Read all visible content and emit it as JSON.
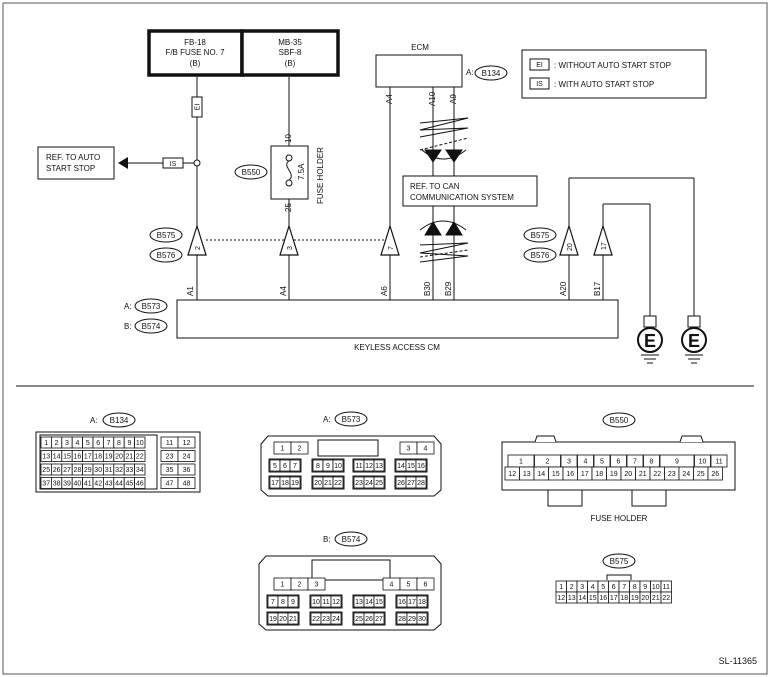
{
  "power": {
    "fb18": {
      "line1": "FB-18",
      "line2": "F/B FUSE NO. 7",
      "line3": "(B)"
    },
    "mb35": {
      "line1": "MB-35",
      "line2": "SBF-8",
      "line3": "(B)"
    }
  },
  "ecm": {
    "title": "ECM",
    "connector": "B134",
    "prefix": "A:",
    "pins": [
      "A4",
      "A10",
      "A9"
    ]
  },
  "legend": [
    {
      "tag": "EI",
      "text": ": WITHOUT AUTO START STOP"
    },
    {
      "tag": "IS",
      "text": ": WITH AUTO START STOP"
    }
  ],
  "ref_auto_start": {
    "line1": "REF. TO AUTO",
    "line2": "START STOP",
    "tag": "IS"
  },
  "ei_tag": "EI",
  "fuse_holder": {
    "connector": "B550",
    "pin_top": "10",
    "pin_bottom": "25",
    "rating": "7.5A",
    "label": "FUSE HOLDER"
  },
  "ref_can": {
    "line1": "REF. TO CAN",
    "line2": "COMMUNICATION SYSTEM"
  },
  "joints": {
    "left_top": "B575",
    "left_bottom": "B576",
    "right_top": "B575",
    "right_bottom": "B576"
  },
  "joint_pins": [
    "2",
    "3",
    "7",
    "20",
    "17"
  ],
  "module": {
    "name": "KEYLESS ACCESS CM",
    "conn_a_prefix": "A:",
    "conn_a": "B573",
    "conn_b_prefix": "B:",
    "conn_b": "B574",
    "pins": [
      "A1",
      "A4",
      "A6",
      "B30",
      "B29",
      "A20",
      "B17"
    ]
  },
  "ground_symbol": "E",
  "connectors": {
    "b134": {
      "prefix": "A:",
      "name": "B134",
      "rows": [
        [
          "1",
          "2",
          "3",
          "4",
          "5",
          "6",
          "7",
          "8",
          "9",
          "10"
        ],
        [
          "13",
          "14",
          "15",
          "16",
          "17",
          "18",
          "19",
          "20",
          "21",
          "22"
        ],
        [
          "25",
          "26",
          "27",
          "28",
          "29",
          "30",
          "31",
          "32",
          "33",
          "34"
        ],
        [
          "37",
          "38",
          "39",
          "40",
          "41",
          "42",
          "43",
          "44",
          "45",
          "46"
        ]
      ],
      "side": [
        [
          "11",
          "12"
        ],
        [
          "23",
          "24"
        ],
        [
          "35",
          "36"
        ],
        [
          "47",
          "48"
        ]
      ]
    },
    "b573": {
      "prefix": "A:",
      "name": "B573",
      "row1_left": [
        "1",
        "2"
      ],
      "row1_right": [
        "3",
        "4"
      ],
      "row2": [
        [
          "5",
          "6",
          "7"
        ],
        [
          "8",
          "9",
          "10"
        ],
        [
          "11",
          "12",
          "13"
        ],
        [
          "14",
          "15",
          "16"
        ]
      ],
      "row3": [
        [
          "17",
          "18",
          "19"
        ],
        [
          "20",
          "21",
          "22"
        ],
        [
          "23",
          "24",
          "25"
        ],
        [
          "26",
          "27",
          "28"
        ]
      ]
    },
    "b550": {
      "name": "B550",
      "label": "FUSE HOLDER",
      "top": [
        "1",
        "2",
        "3",
        "4",
        "5",
        "6",
        "7",
        "8",
        "9",
        "10",
        "11"
      ],
      "bottom": [
        "12",
        "13",
        "14",
        "15",
        "16",
        "17",
        "18",
        "19",
        "20",
        "21",
        "22",
        "23",
        "24",
        "25",
        "26"
      ]
    },
    "b574": {
      "prefix": "B:",
      "name": "B574",
      "row1_left": [
        "1",
        "2",
        "3"
      ],
      "row1_right": [
        "4",
        "5",
        "6"
      ],
      "row2": [
        [
          "7",
          "8",
          "9"
        ],
        [
          "10",
          "11",
          "12"
        ],
        [
          "13",
          "14",
          "15"
        ],
        [
          "16",
          "17",
          "18"
        ]
      ],
      "row3": [
        [
          "19",
          "20",
          "21"
        ],
        [
          "22",
          "23",
          "24"
        ],
        [
          "25",
          "26",
          "27"
        ],
        [
          "28",
          "29",
          "30"
        ]
      ]
    },
    "b575": {
      "name": "B575",
      "row1": [
        "1",
        "2",
        "3",
        "4",
        "5",
        "6",
        "7",
        "8",
        "9",
        "10",
        "11"
      ],
      "row2": [
        "12",
        "13",
        "14",
        "15",
        "16",
        "17",
        "18",
        "19",
        "20",
        "21",
        "22"
      ]
    }
  },
  "figure_code": "SL-11365"
}
